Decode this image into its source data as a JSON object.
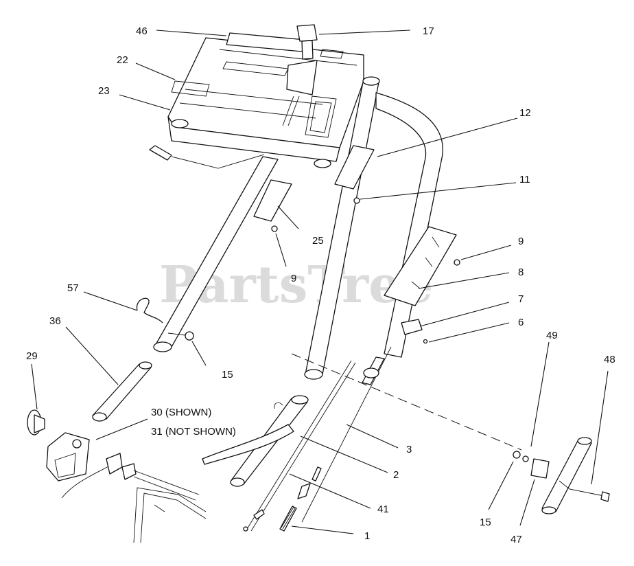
{
  "watermark": "PartsTree",
  "callouts": {
    "c46": "46",
    "c17": "17",
    "c22": "22",
    "c23": "23",
    "c12": "12",
    "c11": "11",
    "c25": "25",
    "c9a": "9",
    "c9b": "9",
    "c8": "8",
    "c7": "7",
    "c6": "6",
    "c57": "57",
    "c36": "36",
    "c15a": "15",
    "c29": "29",
    "c30": "30 (SHOWN)",
    "c31": "31 (NOT SHOWN)",
    "c3": "3",
    "c2": "2",
    "c41": "41",
    "c1": "1",
    "c49": "49",
    "c48": "48",
    "c15b": "15",
    "c47": "47"
  }
}
